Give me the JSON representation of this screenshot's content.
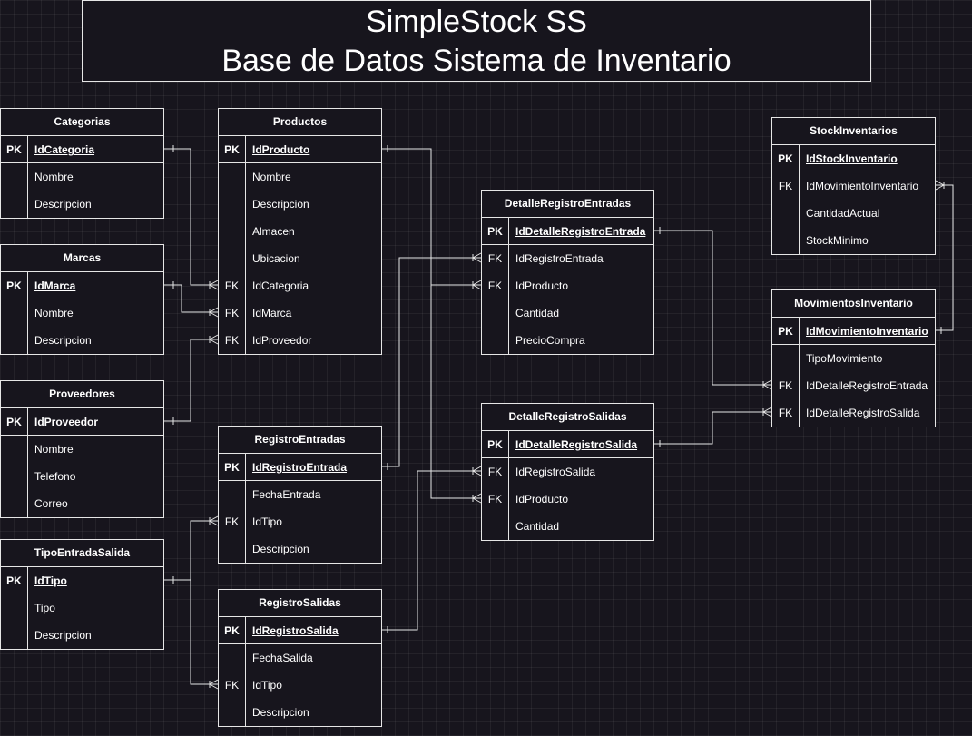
{
  "title": {
    "line1": "SimpleStock SS",
    "line2": "Base de Datos Sistema de Inventario"
  },
  "line_color": "#e6e6e6",
  "background_color": "#17151d",
  "relationships": [
    {
      "from": "Categorias.IdCategoria",
      "to": "Productos.IdCategoria",
      "type": "one-to-many"
    },
    {
      "from": "Marcas.IdMarca",
      "to": "Productos.IdMarca",
      "type": "one-to-many"
    },
    {
      "from": "Proveedores.IdProveedor",
      "to": "Productos.IdProveedor",
      "type": "one-to-many"
    },
    {
      "from": "TipoEntradaSalida.IdTipo",
      "to": "RegistroEntradas.IdTipo",
      "type": "one-to-many"
    },
    {
      "from": "TipoEntradaSalida.IdTipo",
      "to": "RegistroSalidas.IdTipo",
      "type": "one-to-many"
    },
    {
      "from": "Productos.IdProducto",
      "to": "DetalleRegistroEntradas.IdProducto",
      "type": "one-to-many"
    },
    {
      "from": "Productos.IdProducto",
      "to": "DetalleRegistroSalidas.IdProducto",
      "type": "one-to-many"
    },
    {
      "from": "RegistroEntradas.IdRegistroEntrada",
      "to": "DetalleRegistroEntradas.IdRegistroEntrada",
      "type": "one-to-many"
    },
    {
      "from": "RegistroSalidas.IdRegistroSalida",
      "to": "DetalleRegistroSalidas.IdRegistroSalida",
      "type": "one-to-many"
    },
    {
      "from": "DetalleRegistroEntradas.IdDetalleRegistroEntrada",
      "to": "MovimientosInventario.IdDetalleRegistroEntrada",
      "type": "one-to-many"
    },
    {
      "from": "DetalleRegistroSalidas.IdDetalleRegistroSalida",
      "to": "MovimientosInventario.IdDetalleRegistroSalida",
      "type": "one-to-many"
    },
    {
      "from": "MovimientosInventario.IdMovimientoInventario",
      "to": "StockInventarios.IdMovimientoInventario",
      "type": "one-to-many"
    }
  ],
  "entities": [
    {
      "id": "categorias",
      "name": "Categorias",
      "rows": [
        {
          "key": "PK",
          "field": "IdCategoria"
        },
        {
          "key": "",
          "field": "Nombre"
        },
        {
          "key": "",
          "field": "Descripcion"
        }
      ]
    },
    {
      "id": "productos",
      "name": "Productos",
      "rows": [
        {
          "key": "PK",
          "field": "IdProducto"
        },
        {
          "key": "",
          "field": "Nombre"
        },
        {
          "key": "",
          "field": "Descripcion"
        },
        {
          "key": "",
          "field": "Almacen"
        },
        {
          "key": "",
          "field": "Ubicacion"
        },
        {
          "key": "FK",
          "field": "IdCategoria"
        },
        {
          "key": "FK",
          "field": "IdMarca"
        },
        {
          "key": "FK",
          "field": "IdProveedor"
        }
      ]
    },
    {
      "id": "marcas",
      "name": "Marcas",
      "rows": [
        {
          "key": "PK",
          "field": "IdMarca"
        },
        {
          "key": "",
          "field": "Nombre"
        },
        {
          "key": "",
          "field": "Descripcion"
        }
      ]
    },
    {
      "id": "proveedores",
      "name": "Proveedores",
      "rows": [
        {
          "key": "PK",
          "field": "IdProveedor"
        },
        {
          "key": "",
          "field": "Nombre"
        },
        {
          "key": "",
          "field": "Telefono"
        },
        {
          "key": "",
          "field": "Correo"
        }
      ]
    },
    {
      "id": "tipo-entrada-salida",
      "name": "TipoEntradaSalida",
      "rows": [
        {
          "key": "PK",
          "field": "IdTipo"
        },
        {
          "key": "",
          "field": "Tipo"
        },
        {
          "key": "",
          "field": "Descripcion"
        }
      ]
    },
    {
      "id": "registro-entradas",
      "name": "RegistroEntradas",
      "rows": [
        {
          "key": "PK",
          "field": "IdRegistroEntrada"
        },
        {
          "key": "",
          "field": "FechaEntrada"
        },
        {
          "key": "FK",
          "field": "IdTipo"
        },
        {
          "key": "",
          "field": "Descripcion"
        }
      ]
    },
    {
      "id": "registro-salidas",
      "name": "RegistroSalidas",
      "rows": [
        {
          "key": "PK",
          "field": "IdRegistroSalida"
        },
        {
          "key": "",
          "field": "FechaSalida"
        },
        {
          "key": "FK",
          "field": "IdTipo"
        },
        {
          "key": "",
          "field": "Descripcion"
        }
      ]
    },
    {
      "id": "detalle-registro-entradas",
      "name": "DetalleRegistroEntradas",
      "rows": [
        {
          "key": "PK",
          "field": "IdDetalleRegistroEntrada"
        },
        {
          "key": "FK",
          "field": "IdRegistroEntrada"
        },
        {
          "key": "FK",
          "field": "IdProducto"
        },
        {
          "key": "",
          "field": "Cantidad"
        },
        {
          "key": "",
          "field": "PrecioCompra"
        }
      ]
    },
    {
      "id": "detalle-registro-salidas",
      "name": "DetalleRegistroSalidas",
      "rows": [
        {
          "key": "PK",
          "field": "IdDetalleRegistroSalida"
        },
        {
          "key": "FK",
          "field": "IdRegistroSalida"
        },
        {
          "key": "FK",
          "field": "IdProducto"
        },
        {
          "key": "",
          "field": "Cantidad"
        }
      ]
    },
    {
      "id": "stock-inventarios",
      "name": "StockInventarios",
      "rows": [
        {
          "key": "PK",
          "field": "IdStockInventario"
        },
        {
          "key": "FK",
          "field": "IdMovimientoInventario"
        },
        {
          "key": "",
          "field": "CantidadActual"
        },
        {
          "key": "",
          "field": "StockMinimo"
        }
      ]
    },
    {
      "id": "movimientos-inventario",
      "name": "MovimientosInventario",
      "rows": [
        {
          "key": "PK",
          "field": "IdMovimientoInventario"
        },
        {
          "key": "",
          "field": "TipoMovimiento"
        },
        {
          "key": "FK",
          "field": "IdDetalleRegistroEntrada"
        },
        {
          "key": "FK",
          "field": "IdDetalleRegistroSalida"
        }
      ]
    }
  ]
}
